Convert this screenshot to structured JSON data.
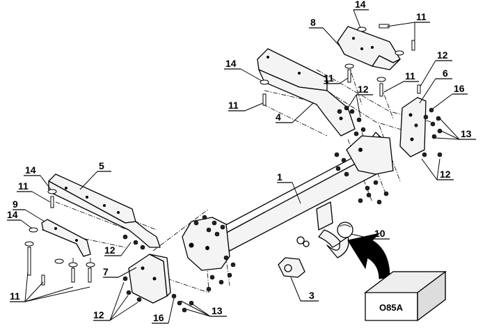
{
  "callouts": [
    {
      "id": "c1",
      "text": "1"
    },
    {
      "id": "c3",
      "text": "3"
    },
    {
      "id": "c4",
      "text": "4"
    },
    {
      "id": "c5",
      "text": "5"
    },
    {
      "id": "c6",
      "text": "6"
    },
    {
      "id": "c7",
      "text": "7"
    },
    {
      "id": "c8",
      "text": "8"
    },
    {
      "id": "c9",
      "text": "9"
    },
    {
      "id": "c10",
      "text": "10"
    },
    {
      "id": "c11a",
      "text": "11"
    },
    {
      "id": "c11b",
      "text": "11"
    },
    {
      "id": "c11c",
      "text": "11"
    },
    {
      "id": "c11d",
      "text": "11"
    },
    {
      "id": "c11e",
      "text": "11"
    },
    {
      "id": "c11f",
      "text": "11"
    },
    {
      "id": "c12a",
      "text": "12"
    },
    {
      "id": "c12b",
      "text": "12"
    },
    {
      "id": "c12c",
      "text": "12"
    },
    {
      "id": "c12d",
      "text": "12"
    },
    {
      "id": "c12e",
      "text": "12"
    },
    {
      "id": "c13a",
      "text": "13"
    },
    {
      "id": "c13b",
      "text": "13"
    },
    {
      "id": "c14a",
      "text": "14"
    },
    {
      "id": "c14b",
      "text": "14"
    },
    {
      "id": "c14c",
      "text": "14"
    },
    {
      "id": "c14d",
      "text": "14"
    },
    {
      "id": "c16a",
      "text": "16"
    },
    {
      "id": "c16b",
      "text": "16"
    }
  ],
  "box_label": "O85A"
}
